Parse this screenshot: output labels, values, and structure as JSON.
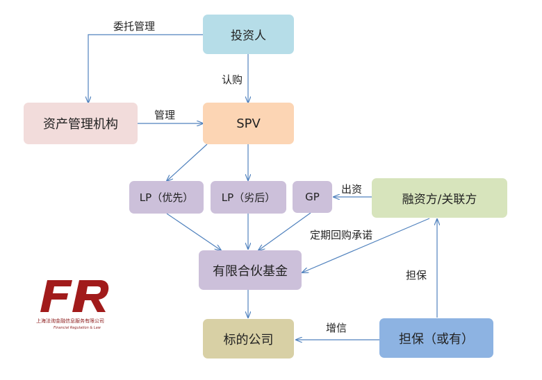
{
  "nodes": {
    "investor": "投资人",
    "asset_manager": "资产管理机构",
    "spv": "SPV",
    "lp_senior": "LP（优先）",
    "lp_junior": "LP（劣后）",
    "gp": "GP",
    "financier": "融资方/关联方",
    "fund": "有限合伙基金",
    "target": "标的公司",
    "guarantee": "担保（或有）"
  },
  "edge_labels": {
    "entrust": "委托管理",
    "subscribe": "认购",
    "manage": "管理",
    "contribute": "出资",
    "repurchase": "定期回购承诺",
    "guarantee": "担保",
    "credit_enhance": "增信"
  },
  "logo": {
    "mark": "FR",
    "name": "上海法询金融信息服务有限公司",
    "tagline": "Financial Regulation & Law"
  },
  "colors": {
    "investor": "#b6dde8",
    "asset_manager": "#f2dcdb",
    "spv": "#fcd5b4",
    "lp_gp": "#ccc0da",
    "financier": "#d7e4bc",
    "target": "#d8d0a5",
    "guarantee": "#8db3e2",
    "arrow": "#4f81bd",
    "logo": "#a11b1b"
  }
}
